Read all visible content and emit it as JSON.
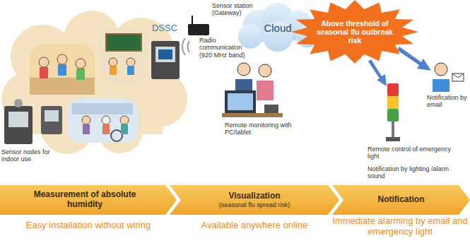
{
  "diagram": {
    "nodes": [
      {
        "text": [
          "Cloud"
        ]
      },
      {
        "text": [
          "Above threshold of seasonal flu outbreak risk"
        ]
      },
      {
        "text": [
          "Measurement of absolute humidity"
        ]
      },
      {
        "text": [
          "Visualization",
          "(seasonal flu spread risk)"
        ]
      },
      {
        "text": [
          "Notification"
        ]
      }
    ],
    "labels": [
      "DSSC",
      "Sensor station (Gateway)",
      "Radio communication (920 MHz band)",
      "Sensor nodes for indoor use",
      "Remote monitoring with PC/tablet",
      "Notification by email",
      "Remote control of emergency light",
      "Notification by lighting /alarm sound",
      "Easy installation without wiring",
      "Available anywhere online",
      "Immediate alarming by email and emergency light"
    ]
  }
}
